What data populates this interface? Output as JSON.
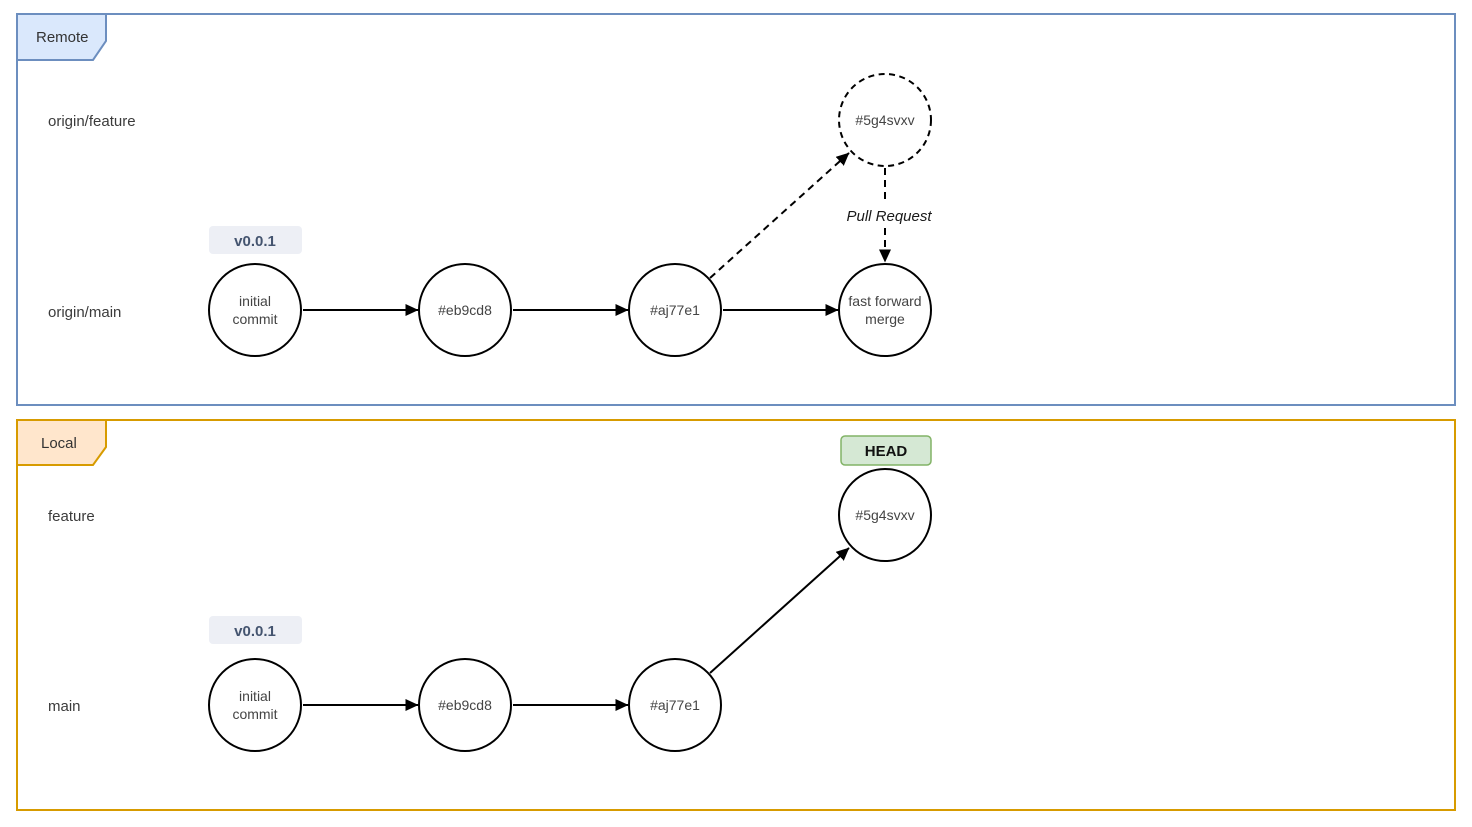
{
  "colors": {
    "remote_border": "#6c8ebf",
    "remote_tab_fill": "#dae8fc",
    "local_border": "#d79b00",
    "local_tab_fill": "#ffe6cc",
    "head_fill": "#d5e8d4",
    "head_border": "#82b366",
    "tag_fill": "#edeff5",
    "tag_text": "#44546f",
    "node_fill": "#ffffff",
    "node_stroke": "#000000",
    "arrow": "#000000"
  },
  "remote": {
    "tab_label": "Remote",
    "lane_labels": [
      "origin/feature",
      "origin/main"
    ],
    "tag_label": "v0.0.1",
    "pull_request_label": "Pull Request",
    "nodes": {
      "initial_commit": {
        "line1": "initial",
        "line2": "commit"
      },
      "commit2": {
        "label": "#eb9cd8"
      },
      "commit3": {
        "label": "#aj77e1"
      },
      "feature_commit": {
        "label": "#5g4svxv"
      },
      "merge": {
        "line1": "fast forward",
        "line2": "merge"
      }
    }
  },
  "local": {
    "tab_label": "Local",
    "lane_labels": [
      "feature",
      "main"
    ],
    "tag_label": "v0.0.1",
    "head_label": "HEAD",
    "nodes": {
      "initial_commit": {
        "line1": "initial",
        "line2": "commit"
      },
      "commit2": {
        "label": "#eb9cd8"
      },
      "commit3": {
        "label": "#aj77e1"
      },
      "feature_commit": {
        "label": "#5g4svxv"
      }
    }
  }
}
